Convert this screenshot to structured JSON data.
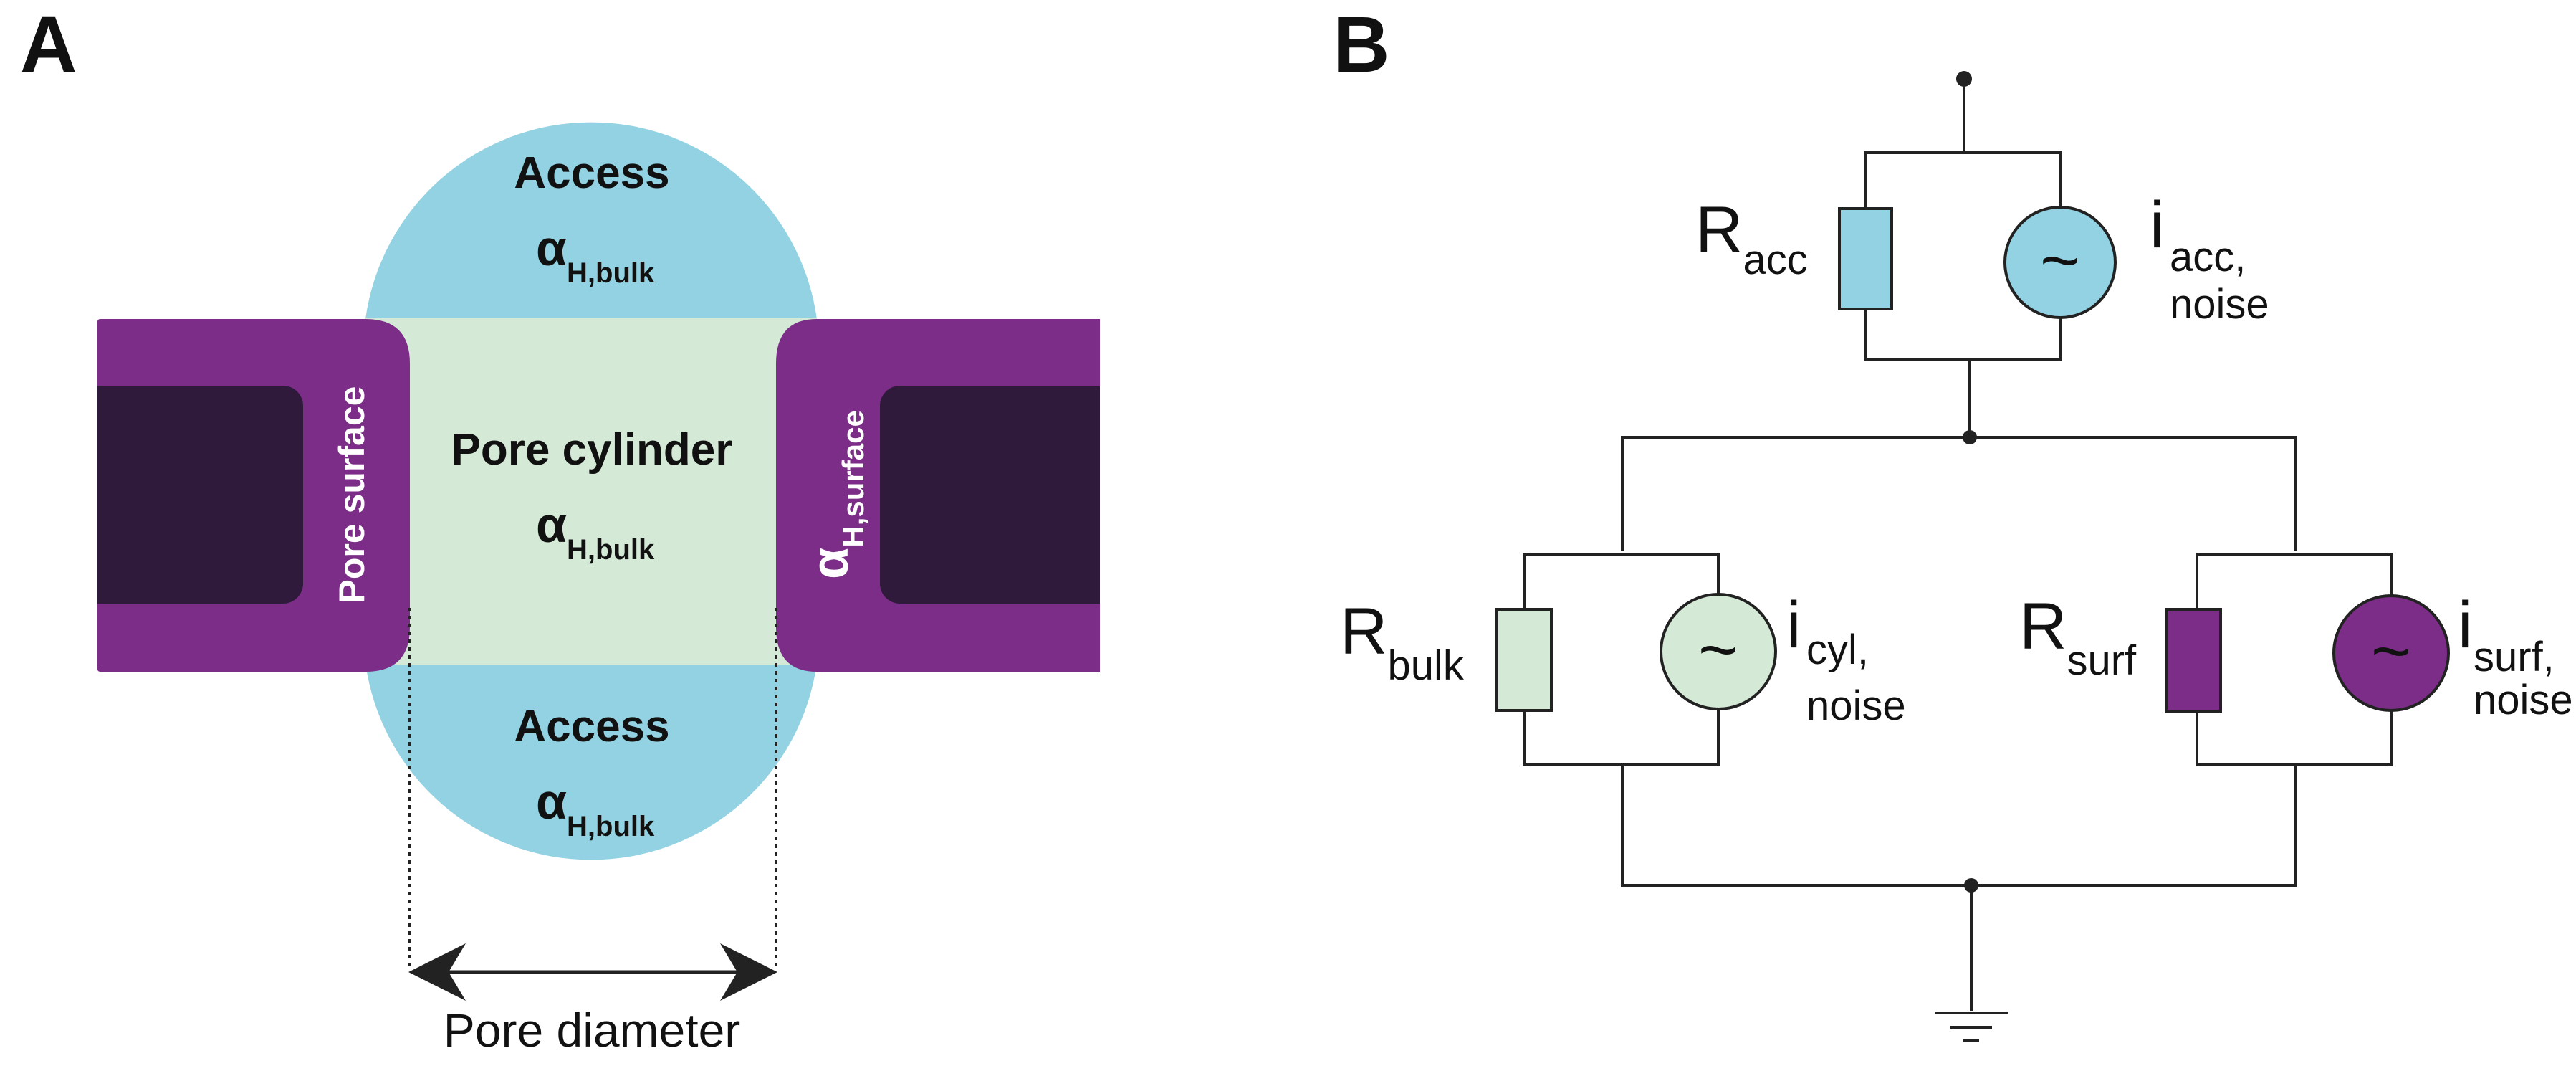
{
  "panel_a": {
    "letter": "A",
    "access_top_label": "Access",
    "access_top_alpha": "α",
    "access_top_sub": "H,bulk",
    "cylinder_label": "Pore cylinder",
    "cylinder_alpha": "α",
    "cylinder_sub": "H,bulk",
    "access_bottom_label": "Access",
    "access_bottom_alpha": "α",
    "access_bottom_sub": "H,bulk",
    "pore_surface_label": "Pore surface",
    "surface_alpha": "α",
    "surface_sub": "H,surface",
    "diameter_label": "Pore diameter"
  },
  "panel_b": {
    "letter": "B",
    "r_acc": "R",
    "r_acc_sub": "acc",
    "i_acc": "i",
    "i_acc_sub1": "acc,",
    "i_acc_sub2": "noise",
    "r_bulk": "R",
    "r_bulk_sub": "bulk",
    "i_cyl": "i",
    "i_cyl_sub1": "cyl,",
    "i_cyl_sub2": "noise",
    "r_surf": "R",
    "r_surf_sub": "surf",
    "i_surf": "i",
    "i_surf_sub1": "surf,",
    "i_surf_sub2": "noise",
    "source_symbol": "~"
  },
  "colors": {
    "access_blue": "#92D2E2",
    "cylinder_green": "#D4EAD6",
    "membrane_purple": "#7B2D87",
    "membrane_dark": "#2F1A3C",
    "wire": "#222222"
  }
}
